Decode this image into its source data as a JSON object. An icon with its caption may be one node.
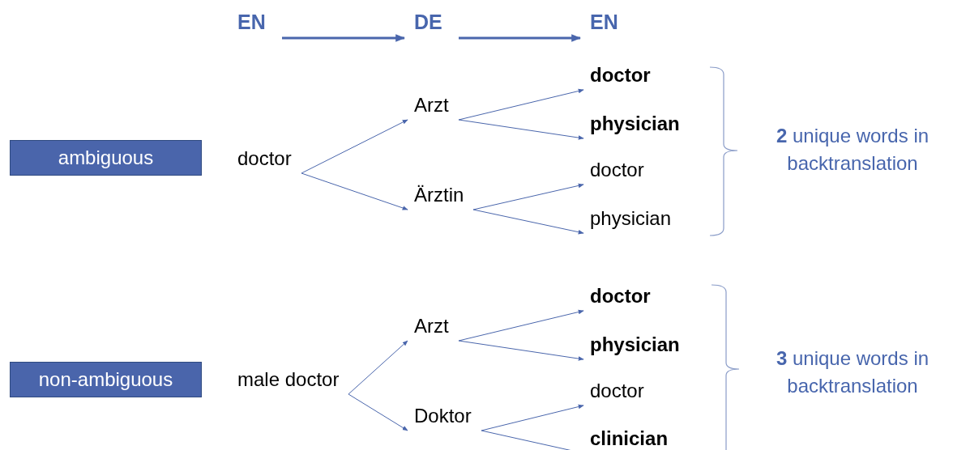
{
  "diagram": {
    "nodes": [
      {
        "text": [
          "EN"
        ]
      },
      {
        "text": [
          "DE"
        ]
      },
      {
        "text": [
          "EN"
        ]
      },
      {
        "text": [
          "ambiguous"
        ]
      },
      {
        "text": [
          "doctor"
        ]
      },
      {
        "text": [
          "Arzt"
        ]
      },
      {
        "text": [
          "Ärztin"
        ]
      },
      {
        "text": [
          "doctor"
        ]
      },
      {
        "text": [
          "physician"
        ]
      },
      {
        "text": [
          "doctor"
        ]
      },
      {
        "text": [
          "physician"
        ]
      },
      {
        "text": [
          "non-ambiguous"
        ]
      },
      {
        "text": [
          "male doctor"
        ]
      },
      {
        "text": [
          "Arzt"
        ]
      },
      {
        "text": [
          "Doktor"
        ]
      },
      {
        "text": [
          "doctor"
        ]
      },
      {
        "text": [
          "physician"
        ]
      },
      {
        "text": [
          "doctor"
        ]
      },
      {
        "text": [
          "clinician"
        ]
      }
    ],
    "edges": [
      {
        "from": 0,
        "to": 1,
        "arrow": "to",
        "style": "thick"
      },
      {
        "from": 1,
        "to": 2,
        "arrow": "to",
        "style": "thick"
      },
      {
        "from": 4,
        "to": 5,
        "arrow": "to"
      },
      {
        "from": 4,
        "to": 6,
        "arrow": "to"
      },
      {
        "from": 5,
        "to": 7,
        "arrow": "to"
      },
      {
        "from": 5,
        "to": 8,
        "arrow": "to"
      },
      {
        "from": 6,
        "to": 9,
        "arrow": "to"
      },
      {
        "from": 6,
        "to": 10,
        "arrow": "to"
      },
      {
        "from": 12,
        "to": 13,
        "arrow": "to"
      },
      {
        "from": 12,
        "to": 14,
        "arrow": "to"
      },
      {
        "from": 13,
        "to": 15,
        "arrow": "to"
      },
      {
        "from": 13,
        "to": 16,
        "arrow": "to"
      },
      {
        "from": 14,
        "to": 17,
        "arrow": "to"
      },
      {
        "from": 14,
        "to": 18,
        "arrow": "to"
      }
    ],
    "labels": [
      "**2** unique words in backtranslation",
      "**3** unique words in backtranslation"
    ]
  }
}
